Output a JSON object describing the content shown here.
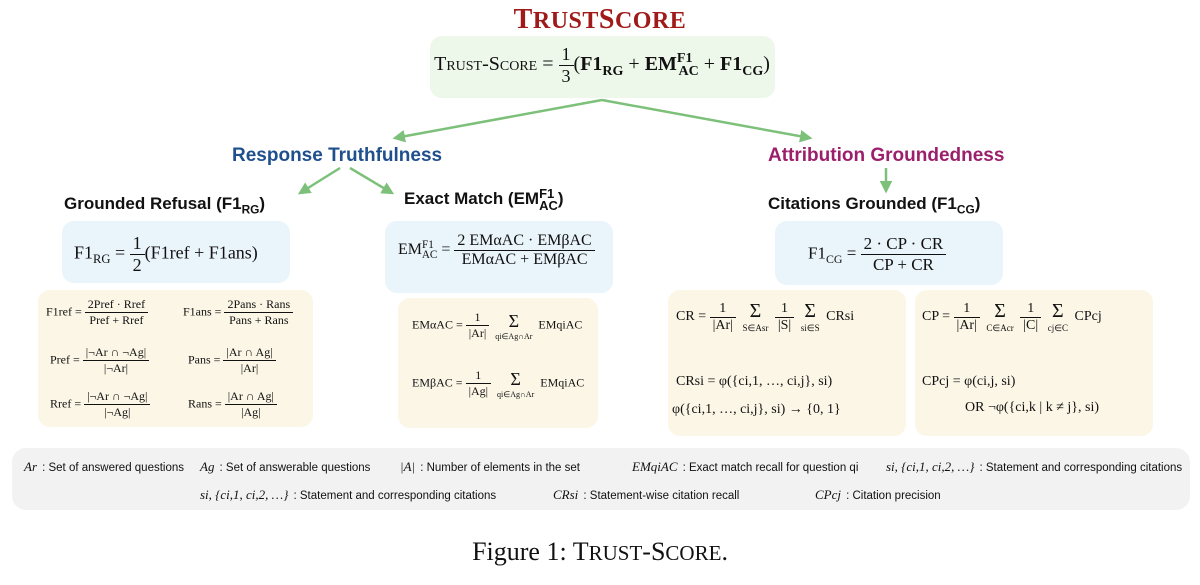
{
  "title": {
    "first": "T",
    "first_rest": "RUST",
    "second": "S",
    "second_rest": "CORE"
  },
  "main_formula": {
    "lhs": "Trust-Score",
    "coef_num": "1",
    "coef_den": "3",
    "t1": "F1",
    "t1_sub": "RG",
    "t2": "EM",
    "t2_sup": "F1",
    "t2_sub": "AC",
    "t3": "F1",
    "t3_sub": "CG"
  },
  "branches": {
    "response_truthfulness": "Response Truthfulness",
    "attribution_groundedness": "Attribution Groundedness"
  },
  "sections": {
    "grounded_refusal": {
      "label": "Grounded Refusal (F1",
      "sub": "RG",
      "close": ")"
    },
    "exact_match": {
      "label": "Exact Match (EM",
      "sup": "F1",
      "sub": "AC",
      "close": ")"
    },
    "citations_grounded": {
      "label": "Citations Grounded (F1",
      "sub": "CG",
      "close": ")"
    }
  },
  "formulas": {
    "f1rg": {
      "lhs": "F1",
      "lhs_sub": "RG",
      "num": "1",
      "den": "2",
      "rhs": "(F1ref + F1ans)"
    },
    "emac": {
      "lhs": "EM",
      "lhs_sup": "F1",
      "lhs_sub": "AC",
      "num": "2 EMαAC · EMβAC",
      "den": "EMαAC + EMβAC"
    },
    "f1cg": {
      "lhs": "F1",
      "lhs_sub": "CG",
      "num": "2 · CP · CR",
      "den": "CP + CR"
    },
    "f1ref": {
      "lhs": "F1ref",
      "num": "2Pref · Rref",
      "den": "Pref + Rref"
    },
    "f1ans": {
      "lhs": "F1ans",
      "num": "2Pans · Rans",
      "den": "Pans + Rans"
    },
    "pref": {
      "lhs": "Pref",
      "num": "|¬Ar ∩ ¬Ag|",
      "den": "|¬Ar|"
    },
    "pans": {
      "lhs": "Pans",
      "num": "|Ar ∩ Ag|",
      "den": "|Ar|"
    },
    "rref": {
      "lhs": "Rref",
      "num": "|¬Ar ∩ ¬Ag|",
      "den": "|¬Ag|"
    },
    "rans": {
      "lhs": "Rans",
      "num": "|Ar ∩ Ag|",
      "den": "|Ag|"
    },
    "em_alpha": {
      "lhs": "EMαAC",
      "num": "1",
      "den": "|Ar|",
      "sum": "Σ",
      "sum_under": "qi∈Ag∩Ar",
      "rhs": "EMqiAC"
    },
    "em_beta": {
      "lhs": "EMβAC",
      "num": "1",
      "den": "|Ag|",
      "sum": "Σ",
      "sum_under": "qi∈Ag∩Ar",
      "rhs": "EMqiAC"
    },
    "cr": {
      "lhs": "CR",
      "num1": "1",
      "den1": "|Ar|",
      "sum1_under": "S∈Asr",
      "num2": "1",
      "den2": "|S|",
      "sum2_under": "si∈S",
      "rhs": "CRsi"
    },
    "cp": {
      "lhs": "CP",
      "num1": "1",
      "den1": "|Ar|",
      "sum1_under": "C∈Acr",
      "num2": "1",
      "den2": "|C|",
      "sum2_under": "cj∈C",
      "rhs": "CPcj"
    },
    "crsi": "CRsi = φ({ci,1, …, ci,j}, si)",
    "phi": "φ({ci,1, …, ci,j}, si) → {0, 1}",
    "cpcj": "CPcj = φ(ci,j, si)",
    "or_line": "OR   ¬φ({ci,k | k ≠ j}, si)"
  },
  "legend": [
    {
      "sym": "Ar",
      "text": ": Set of answered questions"
    },
    {
      "sym": "Ag",
      "text": ": Set of answerable questions"
    },
    {
      "sym": "|A|",
      "text": ": Number of elements in the set"
    },
    {
      "sym": "EMqiAC",
      "text": ": Exact match recall for question qi"
    },
    {
      "sym": "si, {ci,1, ci,2, …}",
      "text": ": Statement and corresponding citations"
    },
    {
      "sym": "si, {ci,1, ci,2, …}",
      "text": ": Statement and corresponding citations"
    },
    {
      "sym": "CRsi",
      "text": ": Statement-wise citation recall"
    },
    {
      "sym": "CPcj",
      "text": ": Citation precision"
    }
  ],
  "caption": {
    "prefix": "Figure 1: ",
    "t": "T",
    "rest1": "RUST",
    "dash": "-",
    "s": "S",
    "rest2": "CORE",
    "end": "."
  },
  "colors": {
    "title_red": "#a11a1a",
    "blue_heading": "#1f4f8c",
    "purple_heading": "#9b1f6a",
    "arrow_green": "#7cc07a"
  }
}
